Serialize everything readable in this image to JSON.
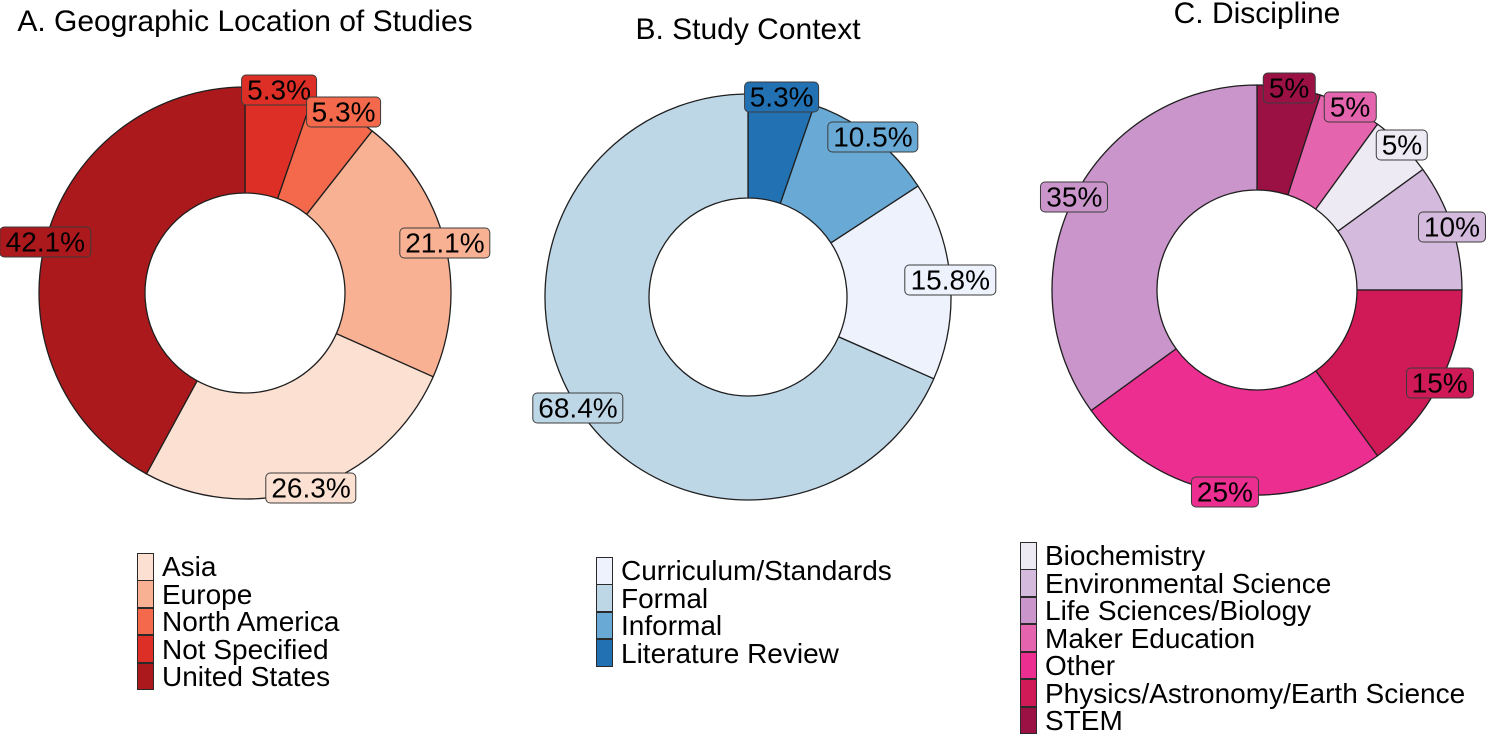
{
  "figure": {
    "background": "#ffffff"
  },
  "chart_data": [
    {
      "type": "pie",
      "subtype": "donut",
      "panel": "A",
      "title": "A. Geographic Location of Studies",
      "categories": [
        "Asia",
        "Europe",
        "North America",
        "Not Specified",
        "United States"
      ],
      "values": [
        26.3,
        21.1,
        5.3,
        5.3,
        42.1
      ],
      "value_labels": [
        "26.3%",
        "21.1%",
        "5.3%",
        "5.3%",
        "42.1%"
      ],
      "colors": [
        "#fce0d2",
        "#f9b194",
        "#f4694b",
        "#dd2f26",
        "#ac191c"
      ],
      "draw_order_clockwise_from_top": [
        "Not Specified",
        "North America",
        "Europe",
        "Asia",
        "United States"
      ],
      "legend_position": "below"
    },
    {
      "type": "pie",
      "subtype": "donut",
      "panel": "B",
      "title": "B. Study Context",
      "categories": [
        "Curriculum/Standards",
        "Formal",
        "Informal",
        "Literature Review"
      ],
      "values": [
        15.8,
        68.4,
        10.5,
        5.3
      ],
      "value_labels": [
        "15.8%",
        "68.4%",
        "10.5%",
        "5.3%"
      ],
      "colors": [
        "#edf2fd",
        "#bed7e7",
        "#68aad5",
        "#2271b3"
      ],
      "draw_order_clockwise_from_top": [
        "Literature Review",
        "Informal",
        "Curriculum/Standards",
        "Formal"
      ],
      "legend_position": "below"
    },
    {
      "type": "pie",
      "subtype": "donut",
      "panel": "C",
      "title": "C. Discipline",
      "categories": [
        "Biochemistry",
        "Environmental Science",
        "Life Sciences/Biology",
        "Maker Education",
        "Other",
        "Physics/Astronomy/Earth Science",
        "STEM"
      ],
      "values": [
        5,
        10,
        35,
        5,
        25,
        15,
        5
      ],
      "value_labels": [
        "5%",
        "10%",
        "35%",
        "5%",
        "25%",
        "15%",
        "5%"
      ],
      "colors": [
        "#edeaf4",
        "#d4badd",
        "#c995ca",
        "#e564ae",
        "#ec2e90",
        "#cf1a57",
        "#9c1144"
      ],
      "draw_order_clockwise_from_top": [
        "STEM",
        "Maker Education",
        "Biochemistry",
        "Environmental Science",
        "Physics/Astronomy/Earth Science",
        "Other",
        "Life Sciences/Biology"
      ],
      "legend_position": "below"
    }
  ],
  "style": {
    "slice_edge_color": "#1f1f1f",
    "label_text_color": "#000000",
    "label_box_border_color": "#3c3c3c",
    "hole_color": "#ffffff"
  }
}
